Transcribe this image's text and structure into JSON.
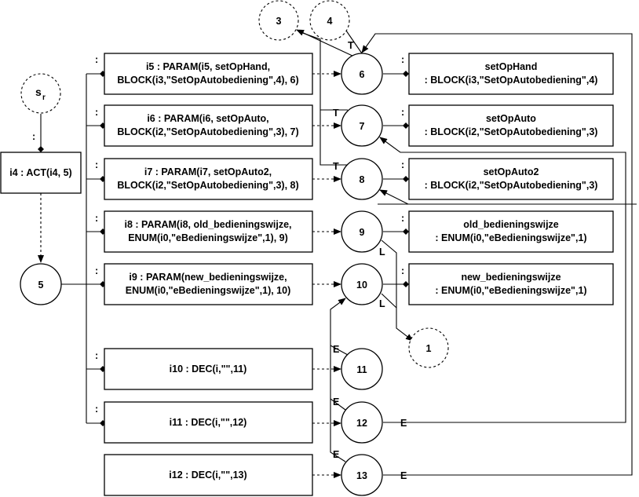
{
  "start_node": {
    "main": "s",
    "sub": "r"
  },
  "act_box": "i4 : ACT(i4, 5)",
  "colon": ":",
  "param_boxes": [
    {
      "line1": "i5 : PARAM(i5, setOpHand,",
      "line2": "BLOCK(i3,\"SetOpAutobediening\",4), 6)"
    },
    {
      "line1": "i6 : PARAM(i6, setOpAuto,",
      "line2": "BLOCK(i2,\"SetOpAutobediening\",3), 7)"
    },
    {
      "line1": "i7 : PARAM(i7, setOpAuto2,",
      "line2": "BLOCK(i2,\"SetOpAutobediening\",3), 8)"
    },
    {
      "line1": "i8 : PARAM(i8, old_bedieningswijze,",
      "line2": "ENUM(i0,\"eBedieningswijze\",1), 9)"
    },
    {
      "line1": "i9 : PARAM(new_bedieningswijze,",
      "line2": "ENUM(i0,\"eBedieningswijze\",1), 10)"
    }
  ],
  "dec_boxes": [
    "i10 : DEC(i,\"\",11)",
    "i11 : DEC(i,\"\",12)",
    "i12 : DEC(i,\"\",13)"
  ],
  "value_boxes": [
    {
      "line1": "setOpHand",
      "line2": ": BLOCK(i3,\"SetOpAutobediening\",4)"
    },
    {
      "line1": "setOpAuto",
      "line2": ": BLOCK(i2,\"SetOpAutobediening\",3)"
    },
    {
      "line1": "setOpAuto2",
      "line2": ": BLOCK(i2,\"SetOpAutobediening\",3)"
    },
    {
      "line1": "old_bedieningswijze",
      "line2": ": ENUM(i0,\"eBedieningswijze\",1)"
    },
    {
      "line1": "new_bedieningswijze",
      "line2": ": ENUM(i0,\"eBedieningswijze\",1)"
    }
  ],
  "nodes": [
    "5",
    "6",
    "7",
    "8",
    "9",
    "10",
    "11",
    "12",
    "13"
  ],
  "terminal_nodes": [
    "3",
    "4",
    "1"
  ],
  "edge_labels": {
    "t": "T",
    "l": "L",
    "e": "E"
  }
}
